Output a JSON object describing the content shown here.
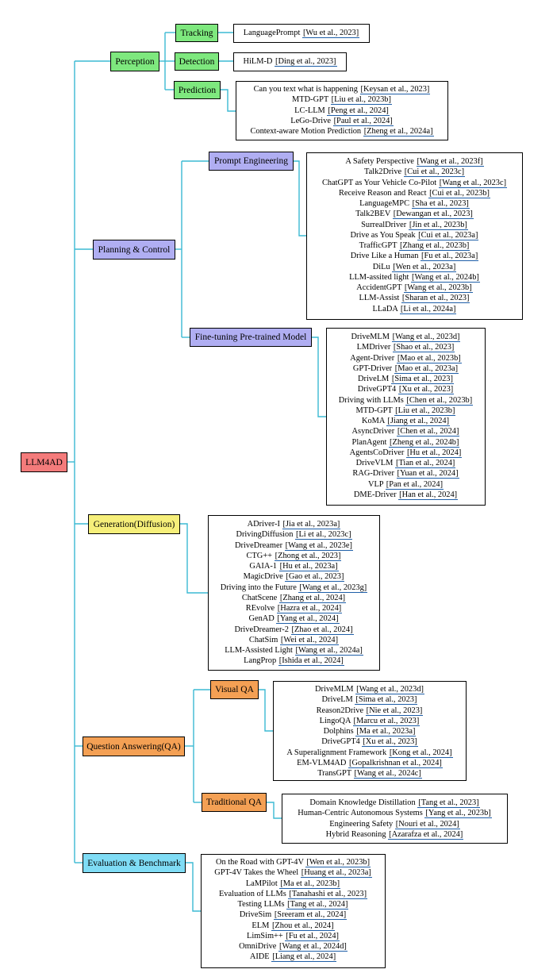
{
  "colors": {
    "connector": "#3bbad3",
    "citation_underline": "#1f5fa8",
    "root": "#f47b7b",
    "perception": "#7ee87e",
    "planning": "#b0aef2",
    "generation": "#f6ef7a",
    "qa": "#f4a054",
    "evaluation": "#7fdcf5"
  },
  "tree": {
    "root": "LLM4AD",
    "perception": {
      "label": "Perception",
      "tracking": {
        "label": "Tracking",
        "items": [
          {
            "name": "LanguagePrompt",
            "cite": "[Wu et al., 2023]"
          }
        ]
      },
      "detection": {
        "label": "Detection",
        "items": [
          {
            "name": "HiLM-D",
            "cite": "[Ding et al., 2023]"
          }
        ]
      },
      "prediction": {
        "label": "Prediction",
        "items": [
          {
            "name": "Can you text what is happening",
            "cite": "[Keysan et al., 2023]"
          },
          {
            "name": "MTD-GPT",
            "cite": "[Liu et al., 2023b]"
          },
          {
            "name": "LC-LLM",
            "cite": "[Peng et al., 2024]"
          },
          {
            "name": "LeGo-Drive",
            "cite": "[Paul et al., 2024]"
          },
          {
            "name": "Context-aware Motion Prediction",
            "cite": "[Zheng et al., 2024a]"
          }
        ]
      }
    },
    "planning": {
      "label": "Planning & Control",
      "prompt": {
        "label": "Prompt Engineering",
        "items": [
          {
            "name": "A Safety Perspective",
            "cite": "[Wang et al., 2023f]"
          },
          {
            "name": "Talk2Drive",
            "cite": "[Cui et al., 2023c]"
          },
          {
            "name": "ChatGPT as Your Vehicle Co-Pilot",
            "cite": "[Wang et al., 2023c]"
          },
          {
            "name": "Receive Reason and React",
            "cite": "[Cui et al., 2023b]"
          },
          {
            "name": "LanguageMPC",
            "cite": "[Sha et al., 2023]"
          },
          {
            "name": "Talk2BEV",
            "cite": "[Dewangan et al., 2023]"
          },
          {
            "name": "SurrealDriver",
            "cite": "[Jin et al., 2023b]"
          },
          {
            "name": "Drive as You Speak",
            "cite": "[Cui et al., 2023a]"
          },
          {
            "name": "TrafficGPT",
            "cite": "[Zhang et al., 2023b]"
          },
          {
            "name": "Drive Like a Human",
            "cite": "[Fu et al., 2023a]"
          },
          {
            "name": "DiLu",
            "cite": "[Wen et al., 2023a]"
          },
          {
            "name": "LLM-assited light",
            "cite": "[Wang et al., 2024b]"
          },
          {
            "name": "AccidentGPT",
            "cite": "[Wang et al., 2023b]"
          },
          {
            "name": "LLM-Assist",
            "cite": "[Sharan et al., 2023]"
          },
          {
            "name": "LLaDA",
            "cite": "[Li et al., 2024a]"
          }
        ]
      },
      "finetune": {
        "label": "Fine-tuning Pre-trained Model",
        "items": [
          {
            "name": "DriveMLM",
            "cite": "[Wang et al., 2023d]"
          },
          {
            "name": "LMDriver",
            "cite": "[Shao et al., 2023]"
          },
          {
            "name": "Agent-Driver",
            "cite": "[Mao et al., 2023b]"
          },
          {
            "name": "GPT-Driver",
            "cite": "[Mao et al., 2023a]"
          },
          {
            "name": "DriveLM",
            "cite": "[Sima et al., 2023]"
          },
          {
            "name": "DriveGPT4",
            "cite": "[Xu et al., 2023]"
          },
          {
            "name": "Driving with LLMs",
            "cite": "[Chen et al., 2023b]"
          },
          {
            "name": "MTD-GPT",
            "cite": "[Liu et al., 2023b]"
          },
          {
            "name": "KoMA",
            "cite": "[Jiang et al., 2024]"
          },
          {
            "name": "AsyncDriver",
            "cite": "[Chen et al., 2024]"
          },
          {
            "name": "PlanAgent",
            "cite": "[Zheng et al., 2024b]"
          },
          {
            "name": "AgentsCoDriver",
            "cite": "[Hu et al., 2024]"
          },
          {
            "name": "DriveVLM",
            "cite": "[Tian et al., 2024]"
          },
          {
            "name": "RAG-Driver",
            "cite": "[Yuan et al., 2024]"
          },
          {
            "name": "VLP",
            "cite": "[Pan et al., 2024]"
          },
          {
            "name": "DME-Driver",
            "cite": "[Han et al., 2024]"
          }
        ]
      }
    },
    "generation": {
      "label": "Generation(Diffusion)",
      "items": [
        {
          "name": "ADriver-I",
          "cite": "[Jia et al., 2023a]"
        },
        {
          "name": "DrivingDiffusion",
          "cite": "[Li et al., 2023c]"
        },
        {
          "name": "DriveDreamer",
          "cite": "[Wang et al., 2023e]"
        },
        {
          "name": "CTG++",
          "cite": "[Zhong et al., 2023]"
        },
        {
          "name": "GAIA-1",
          "cite": "[Hu et al., 2023a]"
        },
        {
          "name": "MagicDrive",
          "cite": "[Gao et al., 2023]"
        },
        {
          "name": "Driving into the Future",
          "cite": "[Wang et al., 2023g]"
        },
        {
          "name": "ChatScene",
          "cite": "[Zhang et al., 2024]"
        },
        {
          "name": "REvolve",
          "cite": "[Hazra et al., 2024]"
        },
        {
          "name": "GenAD",
          "cite": "[Yang et al., 2024]"
        },
        {
          "name": "DriveDreamer-2",
          "cite": "[Zhao et al., 2024]"
        },
        {
          "name": "ChatSim",
          "cite": "[Wei et al., 2024]"
        },
        {
          "name": "LLM-Assisted Light",
          "cite": "[Wang et al., 2024a]"
        },
        {
          "name": "LangProp",
          "cite": "[Ishida et al., 2024]"
        }
      ]
    },
    "qa": {
      "label": "Question Answering(QA)",
      "visual": {
        "label": "Visual QA",
        "items": [
          {
            "name": "DriveMLM",
            "cite": "[Wang et al., 2023d]"
          },
          {
            "name": "DriveLM",
            "cite": "[Sima et al., 2023]"
          },
          {
            "name": "Reason2Drive",
            "cite": "[Nie et al., 2023]"
          },
          {
            "name": "LingoQA",
            "cite": "[Marcu et al., 2023]"
          },
          {
            "name": "Dolphins",
            "cite": "[Ma et al., 2023a]"
          },
          {
            "name": "DriveGPT4",
            "cite": "[Xu et al., 2023]"
          },
          {
            "name": "A Superalignment Framework",
            "cite": "[Kong et al., 2024]"
          },
          {
            "name": "EM-VLM4AD",
            "cite": "[Gopalkrishnan et al., 2024]"
          },
          {
            "name": "TransGPT",
            "cite": "[Wang et al., 2024c]"
          }
        ]
      },
      "traditional": {
        "label": "Traditional QA",
        "items": [
          {
            "name": "Domain Knowledge Distillation",
            "cite": "[Tang et al., 2023]"
          },
          {
            "name": "Human-Centric Autonomous Systems",
            "cite": "[Yang et al., 2023b]"
          },
          {
            "name": "Engineering Safety",
            "cite": "[Nouri et al., 2024]"
          },
          {
            "name": "Hybrid Reasoning",
            "cite": "[Azarafza et al., 2024]"
          }
        ]
      }
    },
    "evaluation": {
      "label": "Evaluation & Benchmark",
      "items": [
        {
          "name": "On the Road with GPT-4V",
          "cite": "[Wen et al., 2023b]"
        },
        {
          "name": "GPT-4V Takes the Wheel",
          "cite": "[Huang et al., 2023a]"
        },
        {
          "name": "LaMPilot",
          "cite": "[Ma et al., 2023b]"
        },
        {
          "name": "Evaluation of LLMs",
          "cite": "[Tanahashi et al., 2023]"
        },
        {
          "name": "Testing LLMs",
          "cite": "[Tang et al., 2024]"
        },
        {
          "name": "DriveSim",
          "cite": "[Sreeram et al., 2024]"
        },
        {
          "name": "ELM",
          "cite": "[Zhou et al., 2024]"
        },
        {
          "name": "LimSim++",
          "cite": "[Fu et al., 2024]"
        },
        {
          "name": "OmniDrive",
          "cite": "[Wang et al., 2024d]"
        },
        {
          "name": "AIDE",
          "cite": "[Liang et al., 2024]"
        }
      ]
    }
  }
}
